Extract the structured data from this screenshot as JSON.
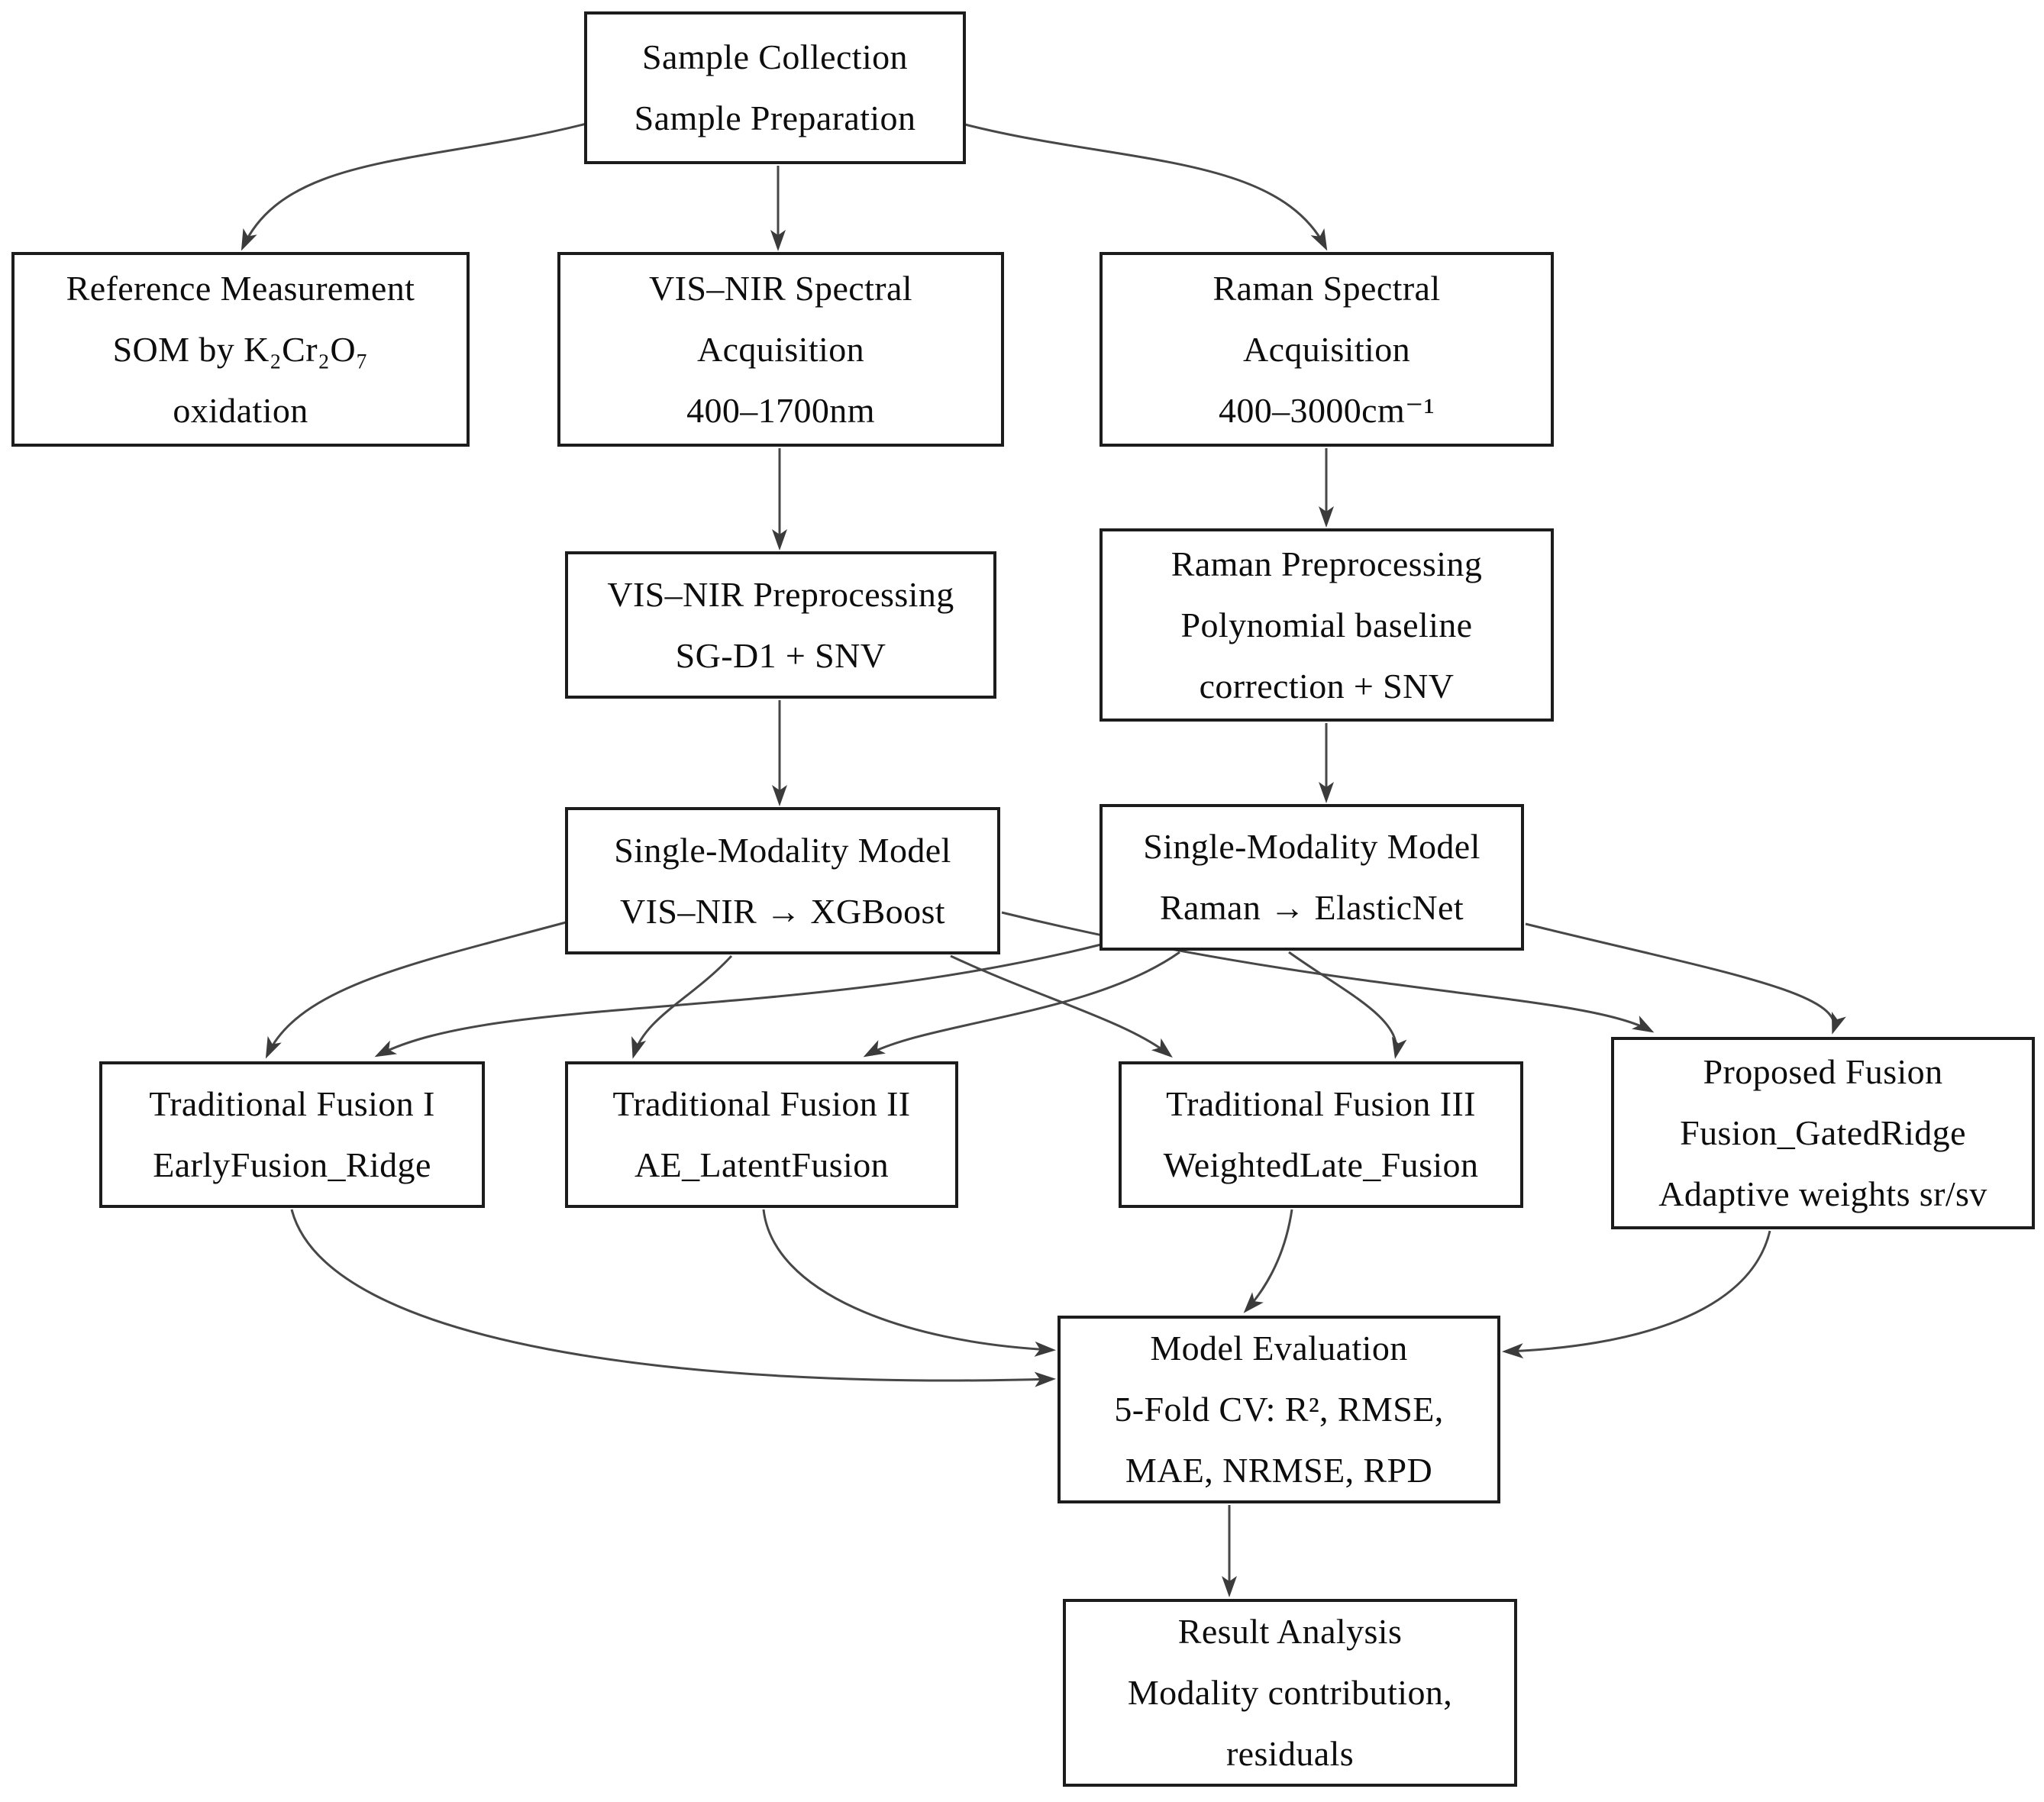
{
  "diagram": {
    "colors": {
      "background": "#ffffff",
      "box_fill": "#ffffff",
      "box_border": "#1c1c1c",
      "text": "#0d0d0d",
      "arrow": "#474747"
    },
    "nodes": {
      "sample": {
        "lines": [
          "Sample Collection",
          "Sample Preparation"
        ]
      },
      "reference": {
        "lines": [
          "Reference Measurement",
          "SOM by K₂Cr₂O₇",
          "oxidation"
        ]
      },
      "visnir_acquisition": {
        "lines": [
          "VIS–NIR Spectral",
          "Acquisition",
          "400–1700nm"
        ]
      },
      "raman_acquisition": {
        "lines": [
          "Raman Spectral",
          "Acquisition",
          "400–3000cm⁻¹"
        ]
      },
      "visnir_preprocessing": {
        "lines": [
          "VIS–NIR Preprocessing",
          "SG-D1 + SNV"
        ]
      },
      "raman_preprocessing": {
        "lines": [
          "Raman Preprocessing",
          "Polynomial baseline",
          "correction + SNV"
        ]
      },
      "model_visnir": {
        "lines": [
          "Single-Modality Model",
          "VIS–NIR → XGBoost"
        ]
      },
      "model_raman": {
        "lines": [
          "Single-Modality Model",
          "Raman → ElasticNet"
        ]
      },
      "fusion1": {
        "lines": [
          "Traditional Fusion I",
          "EarlyFusion_Ridge"
        ]
      },
      "fusion2": {
        "lines": [
          "Traditional Fusion II",
          "AE_LatentFusion"
        ]
      },
      "fusion3": {
        "lines": [
          "Traditional Fusion III",
          "WeightedLate_Fusion"
        ]
      },
      "proposed": {
        "lines": [
          "Proposed Fusion",
          "Fusion_GatedRidge",
          "Adaptive weights sr/sv"
        ]
      },
      "evaluation": {
        "lines": [
          "Model Evaluation",
          "5-Fold CV: R², RMSE,",
          "MAE, NRMSE, RPD"
        ]
      },
      "result": {
        "lines": [
          "Result Analysis",
          "Modality contribution,",
          "residuals"
        ]
      }
    },
    "edges": [
      {
        "from": "sample",
        "to": "reference"
      },
      {
        "from": "sample",
        "to": "visnir_acquisition"
      },
      {
        "from": "sample",
        "to": "raman_acquisition"
      },
      {
        "from": "visnir_acquisition",
        "to": "visnir_preprocessing"
      },
      {
        "from": "raman_acquisition",
        "to": "raman_preprocessing"
      },
      {
        "from": "visnir_preprocessing",
        "to": "model_visnir"
      },
      {
        "from": "raman_preprocessing",
        "to": "model_raman"
      },
      {
        "from": "model_visnir",
        "to": "fusion1"
      },
      {
        "from": "model_visnir",
        "to": "fusion2"
      },
      {
        "from": "model_visnir",
        "to": "fusion3"
      },
      {
        "from": "model_visnir",
        "to": "proposed"
      },
      {
        "from": "model_raman",
        "to": "fusion1"
      },
      {
        "from": "model_raman",
        "to": "fusion2"
      },
      {
        "from": "model_raman",
        "to": "fusion3"
      },
      {
        "from": "model_raman",
        "to": "proposed"
      },
      {
        "from": "fusion1",
        "to": "evaluation"
      },
      {
        "from": "fusion2",
        "to": "evaluation"
      },
      {
        "from": "fusion3",
        "to": "evaluation"
      },
      {
        "from": "proposed",
        "to": "evaluation"
      },
      {
        "from": "evaluation",
        "to": "result"
      }
    ]
  }
}
